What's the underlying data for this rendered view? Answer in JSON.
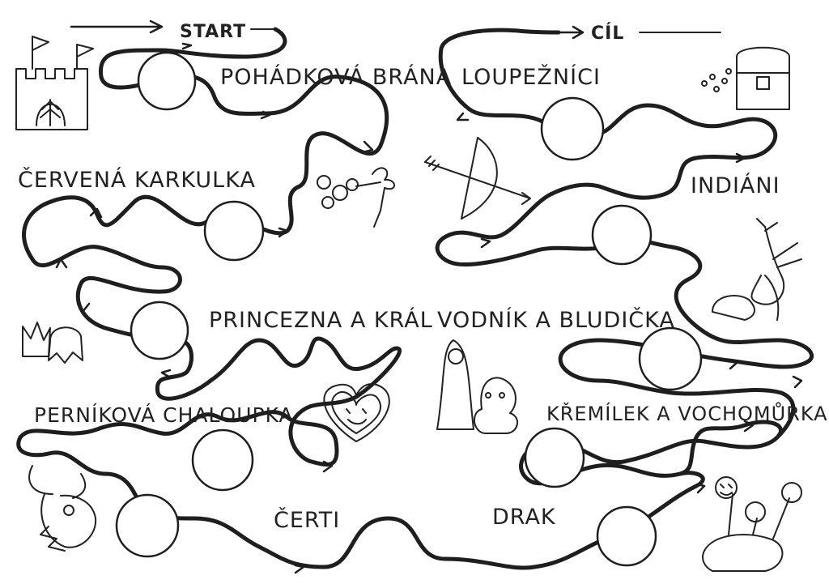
{
  "start_label": "START",
  "goal_label": "CÍL",
  "stations": [
    {
      "label": "POHÁDKOVÁ BRÁNA"
    },
    {
      "label": "ČERVENÁ KARKULKA"
    },
    {
      "label": "PRINCEZNA A KRÁL"
    },
    {
      "label": "PERNÍKOVÁ CHALOUPKA"
    },
    {
      "label": "ČERTI"
    },
    {
      "label": "DRAK"
    },
    {
      "label": "KŘEMÍLEK A VOCHOMŮRKA"
    },
    {
      "label": "VODNÍK A BLUDIČKA"
    },
    {
      "label": "INDIÁNI"
    },
    {
      "label": "LOUPEŽNÍCI"
    }
  ],
  "icons": [
    "castle-icon",
    "flowers-icon",
    "crown-icon",
    "gingerbread-heart-icon",
    "devil-icon",
    "dragon-icon",
    "mushroom-characters-icon",
    "water-goblin-icon",
    "bow-and-arrow-icon",
    "tree-icon",
    "treasure-chest-icon"
  ]
}
